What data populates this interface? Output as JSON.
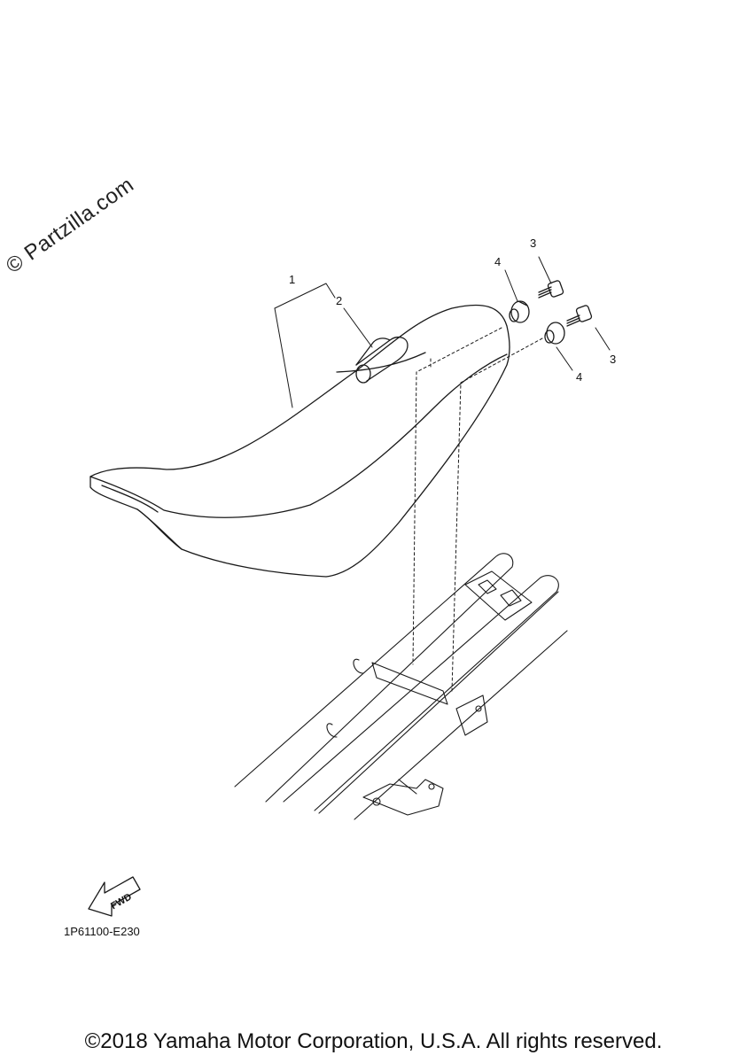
{
  "watermark": "© Partzilla.com",
  "part_code": "1P61100-E230",
  "copyright": "©2018 Yamaha Motor Corporation, U.S.A. All rights reserved.",
  "fwd_label": "FWD",
  "callouts": {
    "seat": "1",
    "strap": "2",
    "bolt_upper": "3",
    "bolt_lower": "3",
    "collar_upper": "4",
    "collar_lower": "4"
  }
}
